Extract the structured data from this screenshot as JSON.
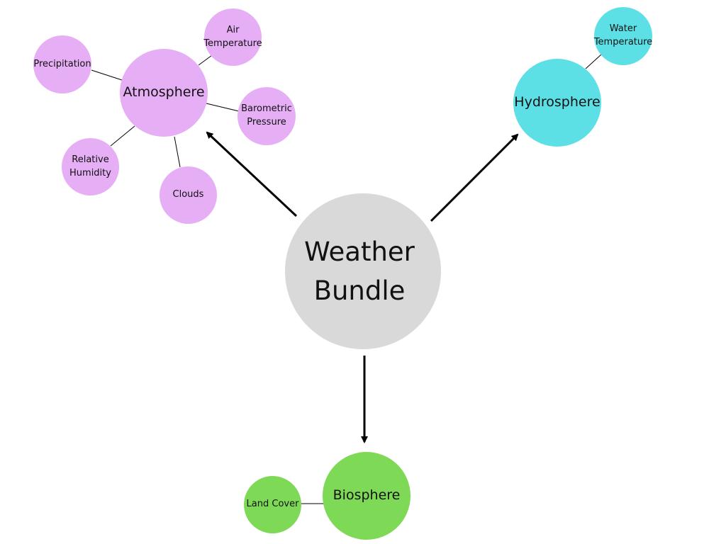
{
  "colors": {
    "atmosphere": "#e6aef5",
    "hydrosphere": "#5ce0e6",
    "biosphere": "#7ed957",
    "center": "#d9d9d9",
    "line": "#000000"
  },
  "center": {
    "label": "Weather\nBundle"
  },
  "atmosphere": {
    "label": "Atmosphere",
    "children": [
      "Air\nTemperature",
      "Precipitation",
      "Barometric\nPressure",
      "Relative\nHumidity",
      "Clouds"
    ]
  },
  "hydrosphere": {
    "label": "Hydrosphere",
    "children": [
      "Water\nTemperature"
    ]
  },
  "biosphere": {
    "label": "Biosphere",
    "children": [
      "Land Cover"
    ]
  }
}
